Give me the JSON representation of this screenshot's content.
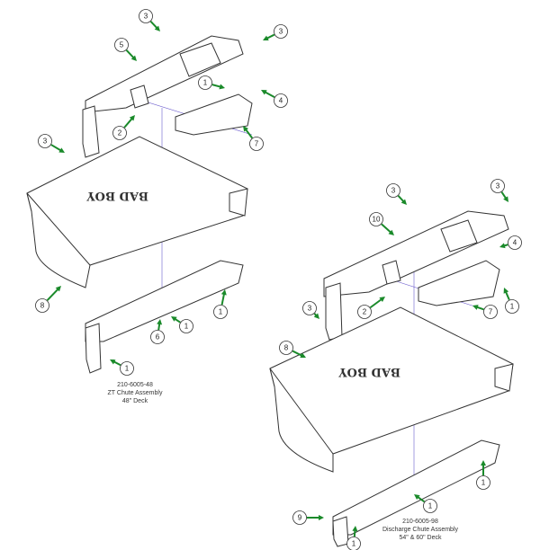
{
  "left_assembly": {
    "caption": [
      "210-6005-48",
      "ZT Chute Assembly",
      "48\" Deck"
    ],
    "logo_text": "BAD BOY",
    "callouts": [
      "3",
      "3",
      "5",
      "1",
      "4",
      "2",
      "7",
      "3",
      "8",
      "6",
      "1",
      "1",
      "1"
    ]
  },
  "right_assembly": {
    "caption": [
      "210-6005-98",
      "Discharge Chute Assembly",
      "54\" & 60\" Deck"
    ],
    "logo_text": "BAD BOY",
    "callouts": [
      "3",
      "3",
      "10",
      "4",
      "1",
      "7",
      "2",
      "3",
      "8",
      "1",
      "1",
      "9",
      "1"
    ]
  },
  "colors": {
    "arrow": "#1a8a2a",
    "axis_line": "#6a5acd",
    "line": "#333333"
  }
}
